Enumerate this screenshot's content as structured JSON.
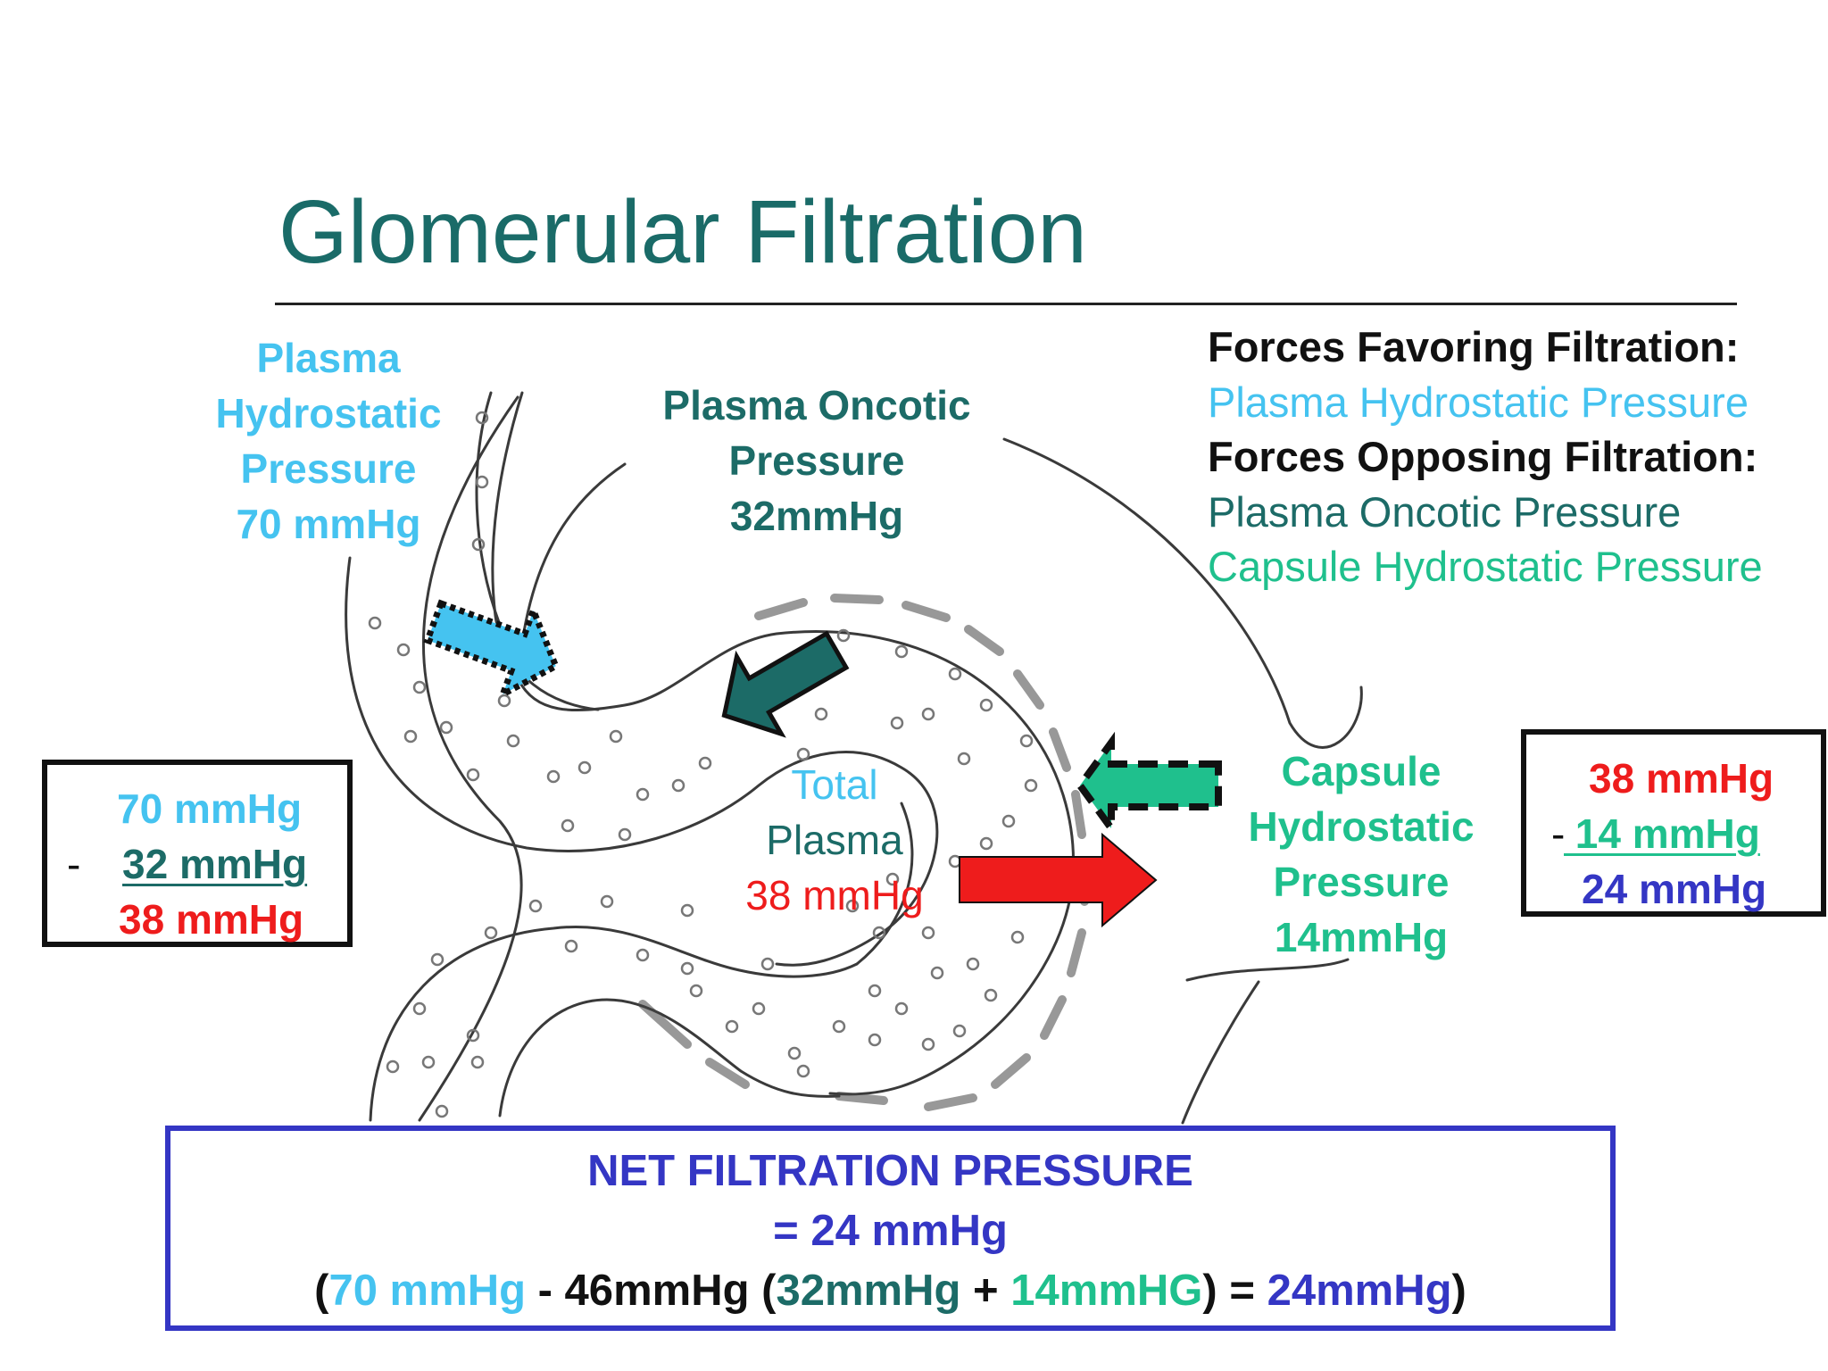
{
  "title": "Glomerular Filtration",
  "labels": {
    "plasma_hydrostatic": [
      "Plasma",
      "Hydrostatic",
      "Pressure",
      "70 mmHg"
    ],
    "plasma_oncotic": [
      "Plasma Oncotic",
      "Pressure",
      "32mmHg"
    ],
    "capsule_hydrostatic": [
      "Capsule",
      "Hydrostatic",
      "Pressure",
      "14mmHg"
    ],
    "total_plasma": [
      "Total",
      "Plasma",
      "38 mmHg"
    ]
  },
  "legend": {
    "favoring_heading": "Forces Favoring Filtration:",
    "favoring_items": [
      "Plasma Hydrostatic Pressure"
    ],
    "opposing_heading": "Forces Opposing Filtration:",
    "opposing_items": [
      "Plasma Oncotic Pressure",
      "Capsule Hydrostatic Pressure"
    ]
  },
  "left_calc": {
    "line1": "70 mmHg",
    "minus": "-",
    "line2": "32 mmHg",
    "result": "38 mmHg"
  },
  "right_calc": {
    "line1": "38 mmHg",
    "minus": "-",
    "line2": " 14 mmHg",
    "result": "24 mmHg"
  },
  "net": {
    "title": "NET FILTRATION PRESSURE",
    "value": "= 24 mmHg",
    "formula": {
      "open": "(",
      "term1": "70 mmHg",
      "minus": " - 46mmHg (",
      "term2": "32mmHg",
      "plus": " + ",
      "term3": "14mmHG",
      "close_eq": ") = ",
      "result": "24mmHg",
      "close": ")"
    }
  },
  "colors": {
    "title": "#1a6b68",
    "plasma_hydrostatic": "#45c3f0",
    "plasma_oncotic": "#1c6b67",
    "capsule_hydrostatic": "#1fc08d",
    "result_red": "#ee1c1c",
    "net_purple": "#3436c4"
  },
  "icons": {
    "hydrostatic_arrow": "dotted-arrow-down-right",
    "oncotic_arrow": "arrow-up-left",
    "capsule_arrow": "dashed-arrow-left",
    "net_arrow": "arrow-right"
  }
}
